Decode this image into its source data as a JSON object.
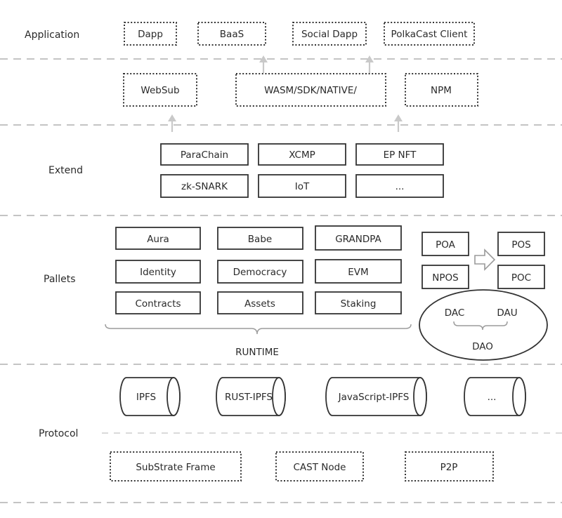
{
  "layers": {
    "application": "Application",
    "extend": "Extend",
    "pallets": "Pallets",
    "protocol": "Protocol"
  },
  "application": {
    "dapp": "Dapp",
    "baas": "BaaS",
    "social_dapp": "Social Dapp",
    "polkacast_client": "PolkaCast Client"
  },
  "interface": {
    "websub": "WebSub",
    "wasm": "WASM/SDK/NATIVE/",
    "npm": "NPM"
  },
  "extend": {
    "parachain": "ParaChain",
    "xcmp": "XCMP",
    "ep_nft": "EP NFT",
    "zk_snark": "zk-SNARK",
    "iot": "IoT",
    "more": "..."
  },
  "pallets": {
    "aura": "Aura",
    "babe": "Babe",
    "grandpa": "GRANDPA",
    "identity": "Identity",
    "democracy": "Democracy",
    "evm": "EVM",
    "contracts": "Contracts",
    "assets": "Assets",
    "staking": "Staking",
    "runtime": "RUNTIME"
  },
  "consensus": {
    "poa": "POA",
    "npos": "NPOS",
    "pos": "POS",
    "poc": "POC"
  },
  "dao": {
    "dac": "DAC",
    "dau": "DAU",
    "dao": "DAO"
  },
  "storage": {
    "ipfs": "IPFS",
    "rust_ipfs": "RUST-IPFS",
    "js_ipfs": "JavaScript-IPFS",
    "more": "..."
  },
  "base": {
    "substrate": "SubStrate Frame",
    "cast_node": "CAST Node",
    "p2p": "P2P"
  }
}
